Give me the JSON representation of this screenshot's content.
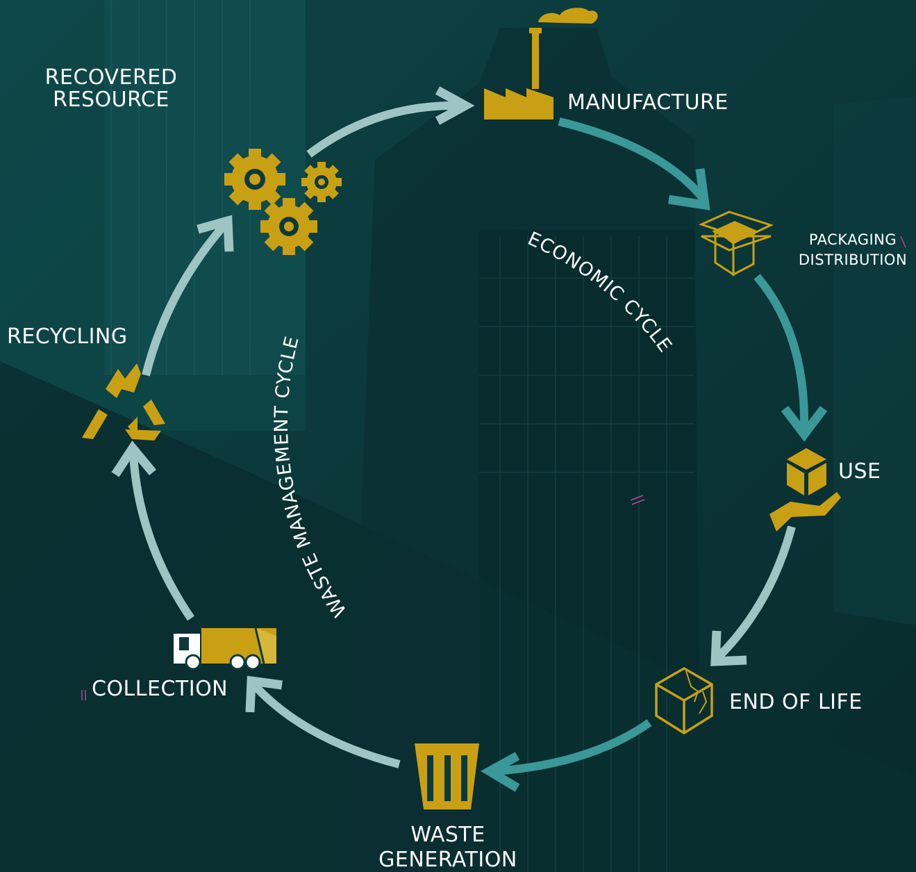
{
  "diagram": {
    "cycles": {
      "economic": "ECONOMIC CYCLE",
      "waste_management": "WASTE MANAGEMENT CYCLE"
    },
    "stages": {
      "manufacture": "MANUFACTURE",
      "packaging_line1": "PACKAGING",
      "packaging_line2": "DISTRIBUTION",
      "use": "USE",
      "end_of_life": "END OF LIFE",
      "waste_generation_line1": "WASTE",
      "waste_generation_line2": "GENERATION",
      "collection": "COLLECTION",
      "recycling": "RECYCLING",
      "recovered_line1": "RECOVERED",
      "recovered_line2": "RESOURCE"
    }
  },
  "colors": {
    "background": "#0c3a3c",
    "icon_gold": "#c9a013",
    "waste_arrow": "#9fc4c4",
    "economic_arrow": "#3a9898",
    "label": "#ffffff",
    "accent_mark": "#c0449a"
  },
  "icons": [
    "factory-icon",
    "box-open-icon",
    "hand-box-icon",
    "broken-box-icon",
    "trash-can-icon",
    "garbage-truck-icon",
    "recycle-icon",
    "gears-icon"
  ]
}
